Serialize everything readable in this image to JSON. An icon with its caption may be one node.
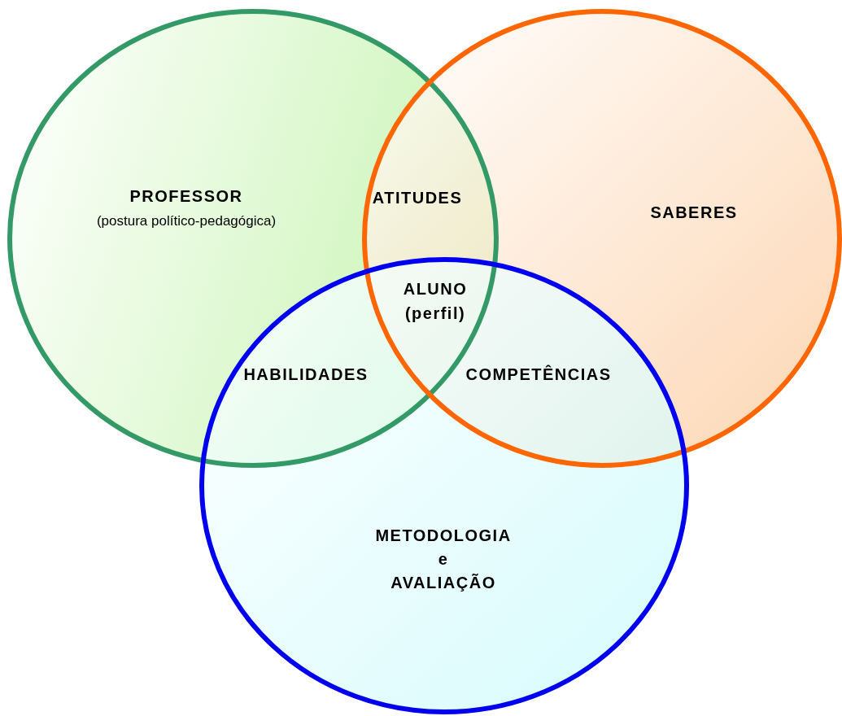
{
  "diagram": {
    "nodes": [
      {
        "text": [
          "PROFESSOR",
          "(postura político-pedagógica)"
        ]
      },
      {
        "text": [
          "SABERES"
        ]
      },
      {
        "text": [
          "METODOLOGIA",
          "e",
          "AVALIAÇÃO"
        ]
      }
    ],
    "labels": [
      "ATITUDES",
      "ALUNO (perfil)",
      "HABILIDADES",
      "COMPETÊNCIAS"
    ]
  }
}
